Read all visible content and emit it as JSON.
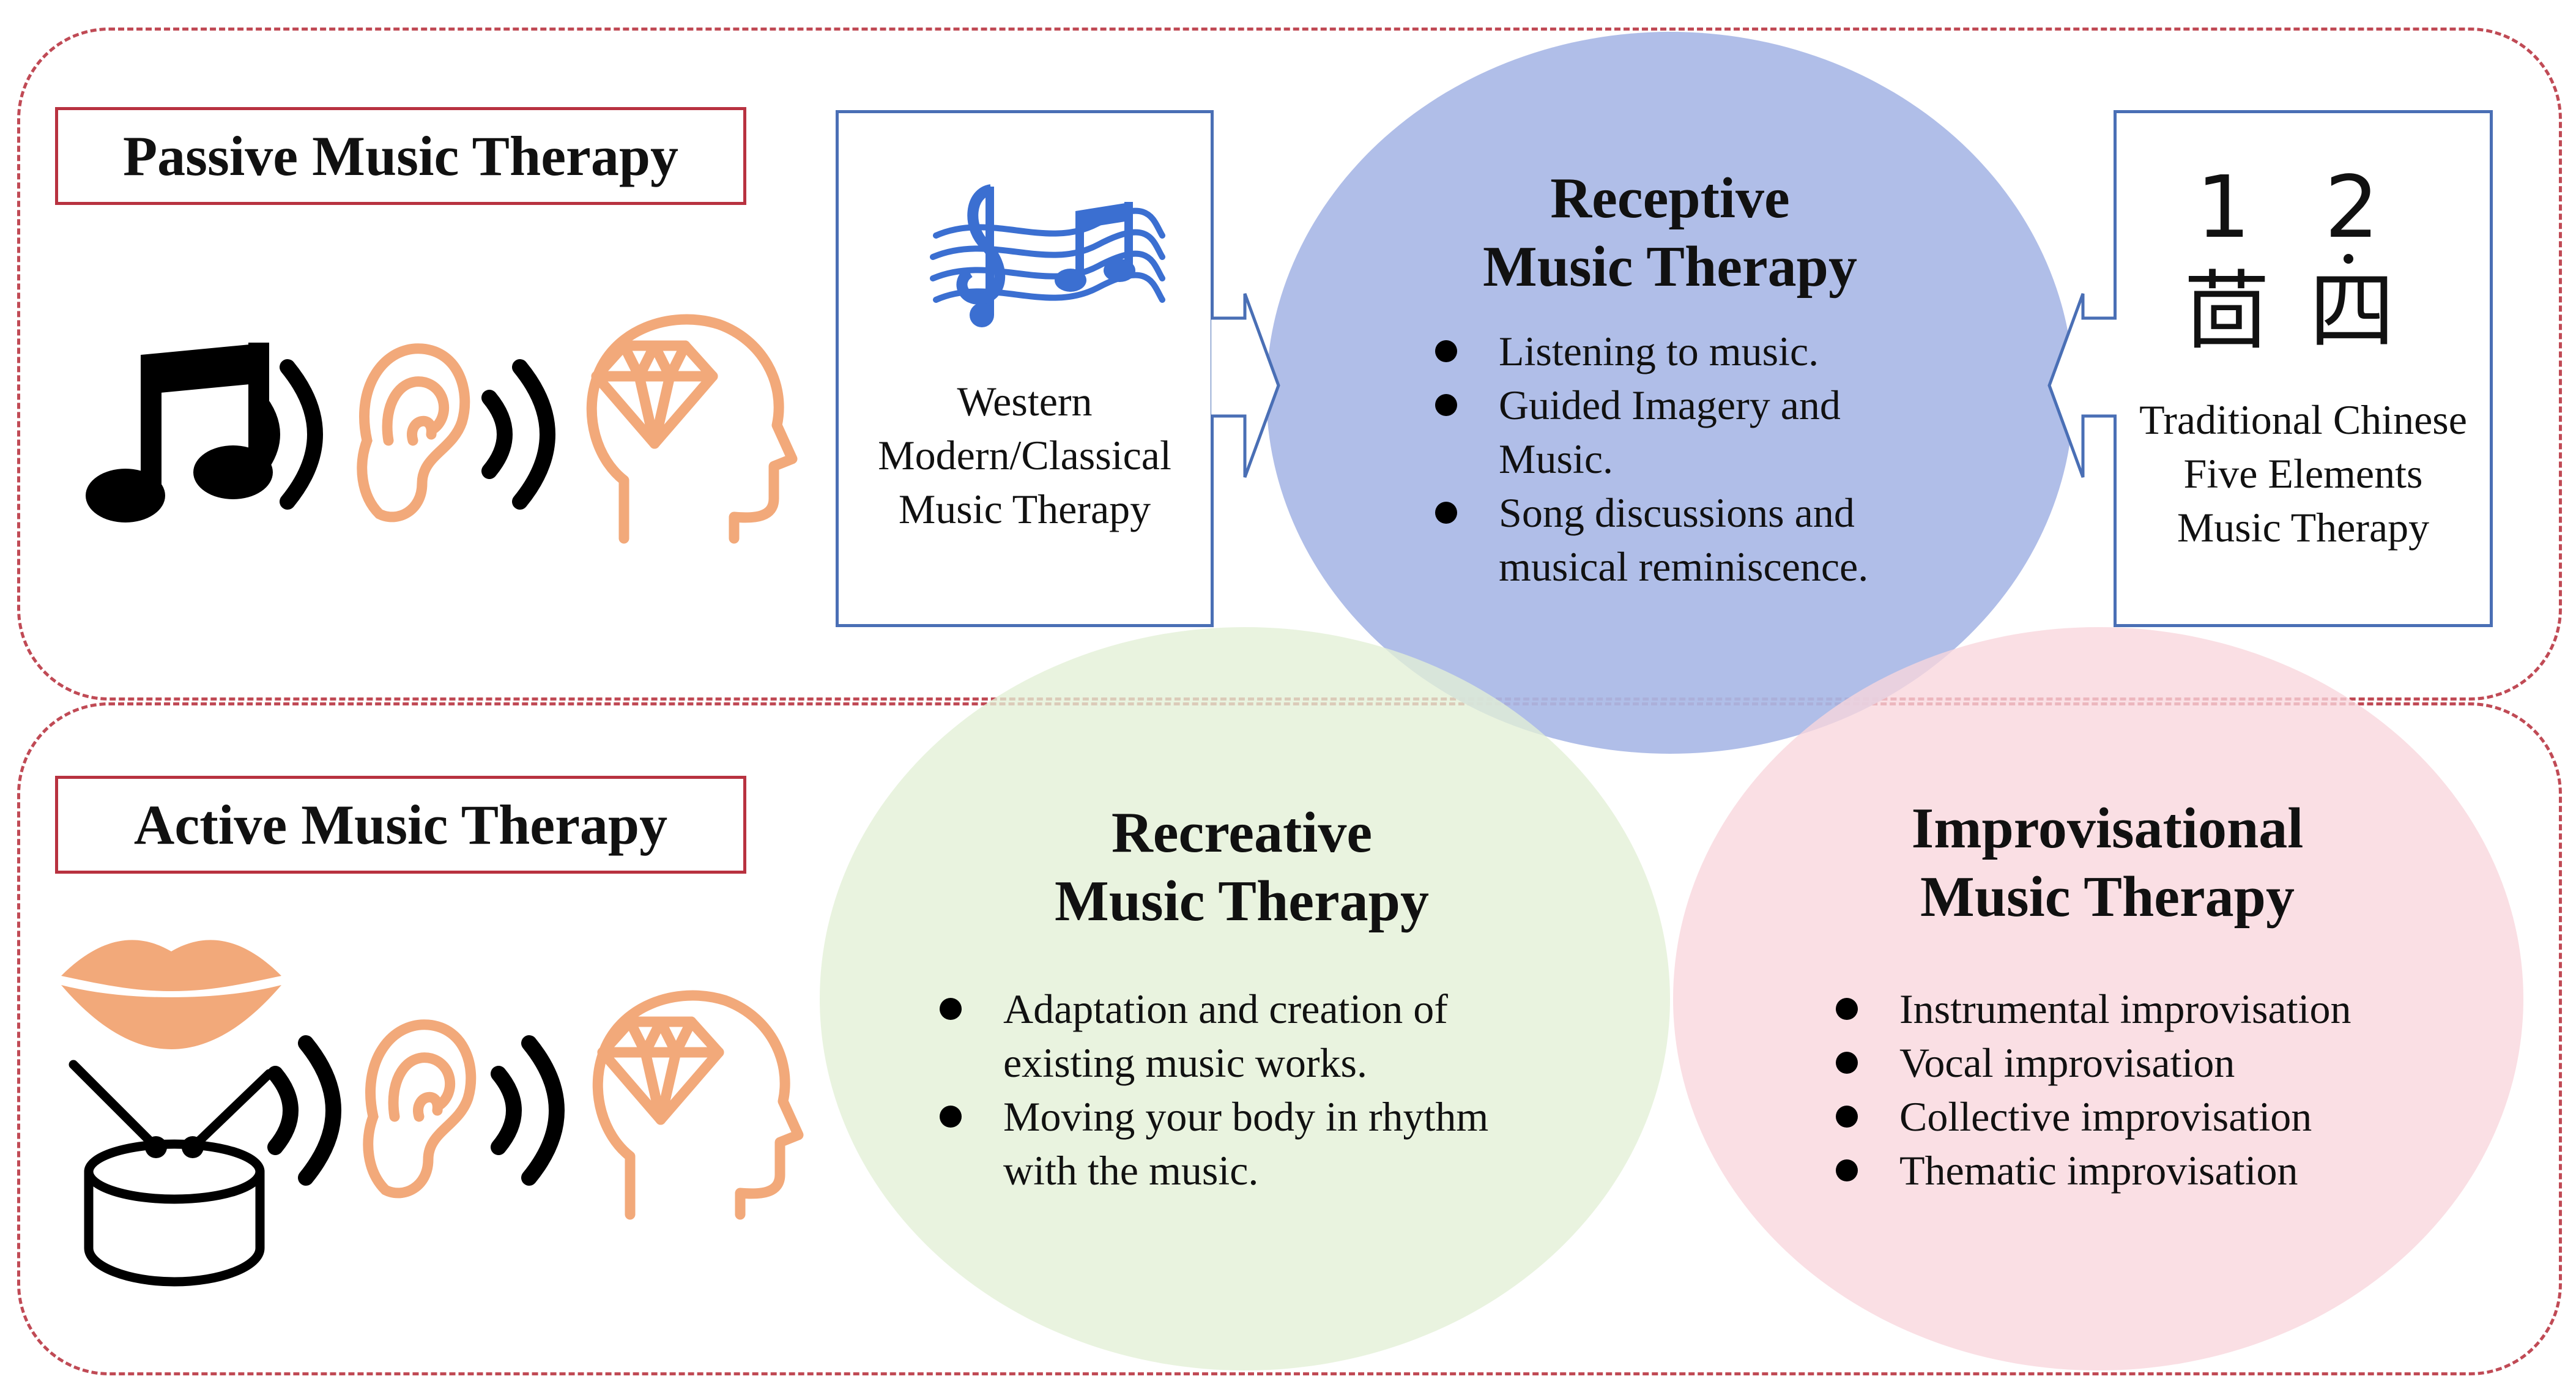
{
  "panels": {
    "passive": {
      "label": "Passive Music Therapy"
    },
    "active": {
      "label": "Active Music Therapy"
    }
  },
  "receptive": {
    "title": [
      "Receptive",
      "Music Therapy"
    ],
    "items": [
      [
        "Listening to music."
      ],
      [
        "Guided Imagery and",
        "Music."
      ],
      [
        "Song discussions and",
        "musical reminiscence."
      ]
    ]
  },
  "recreative": {
    "title": [
      "Recreative",
      "Music Therapy"
    ],
    "items": [
      [
        "Adaptation and creation of",
        "existing music works."
      ],
      [
        "Moving your body in rhythm",
        "with the music."
      ]
    ]
  },
  "improvisational": {
    "title": [
      "Improvisational",
      "Music Therapy"
    ],
    "items": [
      [
        "Instrumental improvisation"
      ],
      [
        "Vocal improvisation"
      ],
      [
        "Collective improvisation"
      ],
      [
        "Thematic improvisation"
      ]
    ]
  },
  "western": {
    "lines": [
      "Western",
      "Modern/Classical",
      "Music Therapy"
    ]
  },
  "chinese": {
    "notation": [
      "1",
      "2",
      "茴",
      "四"
    ],
    "lines": [
      "Traditional Chinese",
      "Five Elements",
      "Music Therapy"
    ]
  },
  "colors": {
    "panel_border": "#c04a55",
    "label_border": "#b83240",
    "receptive_fill": "#a9b9e6",
    "recreative_fill": "#e3f0d6",
    "improvisational_fill": "#f9d6dc",
    "source_border": "#4a6fb5",
    "icon_orange": "#f2a97a",
    "icon_blue": "#3b6fd1"
  },
  "icons": [
    "music-note-icon",
    "sound-wave-icon",
    "ear-icon",
    "head-diamond-icon",
    "lips-icon",
    "drum-icon",
    "music-staff-icon"
  ]
}
